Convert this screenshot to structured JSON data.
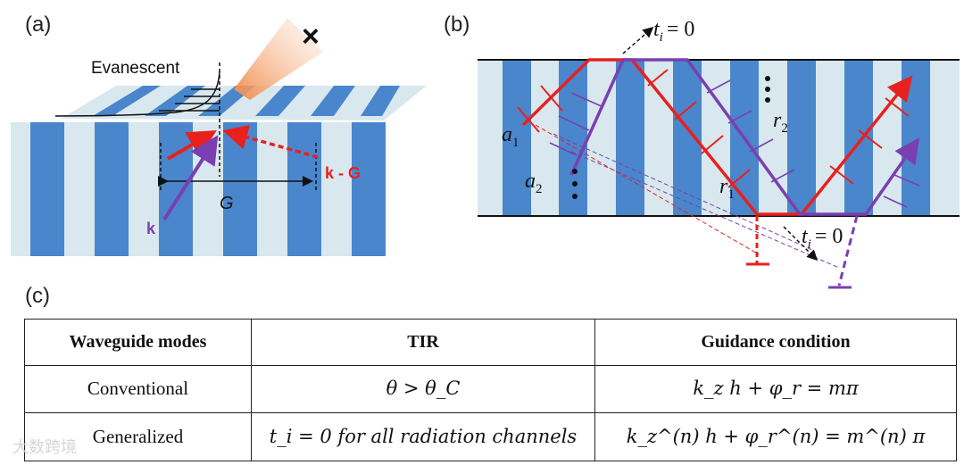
{
  "panels": {
    "a": "(a)",
    "b": "(b)",
    "c": "(c)"
  },
  "panel_a": {
    "evanescent": "Evanescent",
    "cross": "×",
    "k": "k",
    "k_minus_g": "k - G",
    "g": "G"
  },
  "panel_b": {
    "a1": "a",
    "a1_sub": "1",
    "a2": "a",
    "a2_sub": "2",
    "r1": "r",
    "r1_sub": "1",
    "r2": "r",
    "r2_sub": "2",
    "t_top": "= 0",
    "t_bottom": "= 0",
    "t_symbol": "t",
    "t_sub": "i"
  },
  "table": {
    "headers": [
      "Waveguide modes",
      "TIR",
      "Guidance condition"
    ],
    "rows": [
      {
        "mode": "Conventional",
        "tir": "θ > θ_C",
        "guidance": "k_z h + φ_r = mπ"
      },
      {
        "mode": "Generalized",
        "tir": "t_i = 0 for all radiation channels",
        "guidance": "k_z^(n) h + φ_r^(n) = m^(n) π"
      }
    ]
  },
  "watermark": "大数跨境",
  "colors": {
    "blue": "#4a86cc",
    "light": "#d9e8ee",
    "red": "#e8201e",
    "purple": "#7a3fb0",
    "orange": "#f4a76a"
  }
}
